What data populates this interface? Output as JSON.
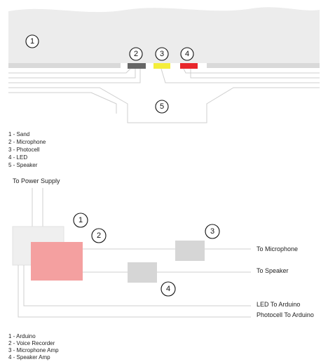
{
  "top_diagram": {
    "markers": [
      "1",
      "2",
      "3",
      "4",
      "5"
    ],
    "colors": {
      "sand": "#ececec",
      "bar": "#d9d9d9",
      "microphone": "#666666",
      "photocell": "#f4ee3a",
      "led": "#e8262b",
      "wire": "#cfcfcf"
    },
    "legend": [
      "1 - Sand",
      "2 - Microphone",
      "3 - Photocell",
      "4 - LED",
      "5 - Speaker"
    ]
  },
  "bottom_diagram": {
    "markers": [
      "1",
      "2",
      "3",
      "4"
    ],
    "colors": {
      "arduino": "#efefef",
      "voice_recorder": "#f4a0a0",
      "amp": "#d6d6d6"
    },
    "labels": {
      "power_supply": "To Power Supply",
      "microphone": "To Microphone",
      "speaker": "To Speaker",
      "led": "LED To Arduino",
      "photocell": "Photocell  To Arduino"
    },
    "legend": [
      "1 - Arduino",
      "2 - Voice Recorder",
      "3 - Microphone Amp",
      "4 - Speaker Amp"
    ]
  }
}
